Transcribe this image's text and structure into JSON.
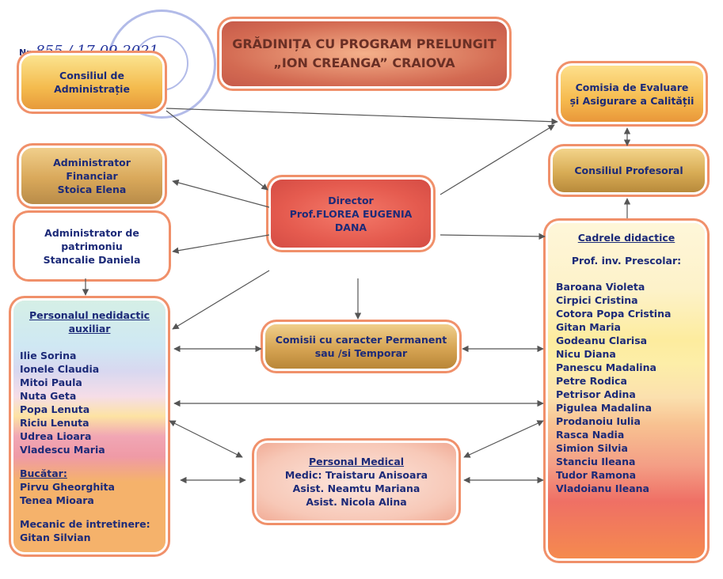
{
  "doc": {
    "nr_label": "Nr.",
    "nr_value": "855 / 17.09.2021"
  },
  "title": {
    "line1": "GRĂDINIȚA CU PROGRAM PRELUNGIT",
    "line2": "„ION CREANGA” CRAIOVA"
  },
  "consiliu_admin": {
    "line1": "Consiliul de",
    "line2": "Administrație"
  },
  "comisia_eval": {
    "line1": "Comisia de Evaluare",
    "line2": "și Asigurare a Calității"
  },
  "consiliul_prof": {
    "label": "Consiliul Profesoral"
  },
  "admin_fin": {
    "line1": "Administrator",
    "line2": "Financiar",
    "line3": "Stoica Elena"
  },
  "admin_patr": {
    "line1": "Administrator de",
    "line2": "patrimoniu",
    "line3": "Stancalie Daniela"
  },
  "director": {
    "line1": "Director",
    "line2": "Prof.FLOREA EUGENIA",
    "line3": "DANA"
  },
  "comisii": {
    "line1": "Comisii cu caracter Permanent",
    "line2": "sau /si Temporar"
  },
  "personal_medical": {
    "title": "Personal Medical",
    "line1": "Medic: Traistaru Anisoara",
    "line2": "Asist. Neamtu Mariana",
    "line3": "Asist. Nicola Alina"
  },
  "personal_nedidactic": {
    "title_line1": "Personalul nedidactic",
    "title_line2": "auxiliar",
    "members": [
      "Ilie Sorina",
      "Ionele Claudia",
      "Mitoi Paula",
      "Nuta Geta",
      "Popa Lenuta",
      "Riciu Lenuta",
      "Udrea Lioara",
      "Vladescu Maria"
    ],
    "bucatar_title": "Bucătar:",
    "bucatar": [
      "Pirvu Gheorghita",
      "Tenea Mioara"
    ],
    "mecanic_title": "Mecanic de intretinere:",
    "mecanic": "Gitan Silvian"
  },
  "cadre": {
    "title": "Cadrele didactice",
    "subtitle": "Prof. inv. Prescolar:",
    "members": [
      "Baroana Violeta",
      "Cirpici Cristina",
      "Cotora Popa Cristina",
      "Gitan Maria",
      "Godeanu Clarisa",
      "Nicu Diana",
      "Panescu Madalina",
      "Petre Rodica",
      "Petrisor Adina",
      "Pigulea Madalina",
      "Prodanoiu Iulia",
      "Rasca Nadia",
      "Simion Silvia",
      "Stanciu Ileana",
      "Tudor Ramona",
      "Vladoianu Ileana"
    ]
  }
}
